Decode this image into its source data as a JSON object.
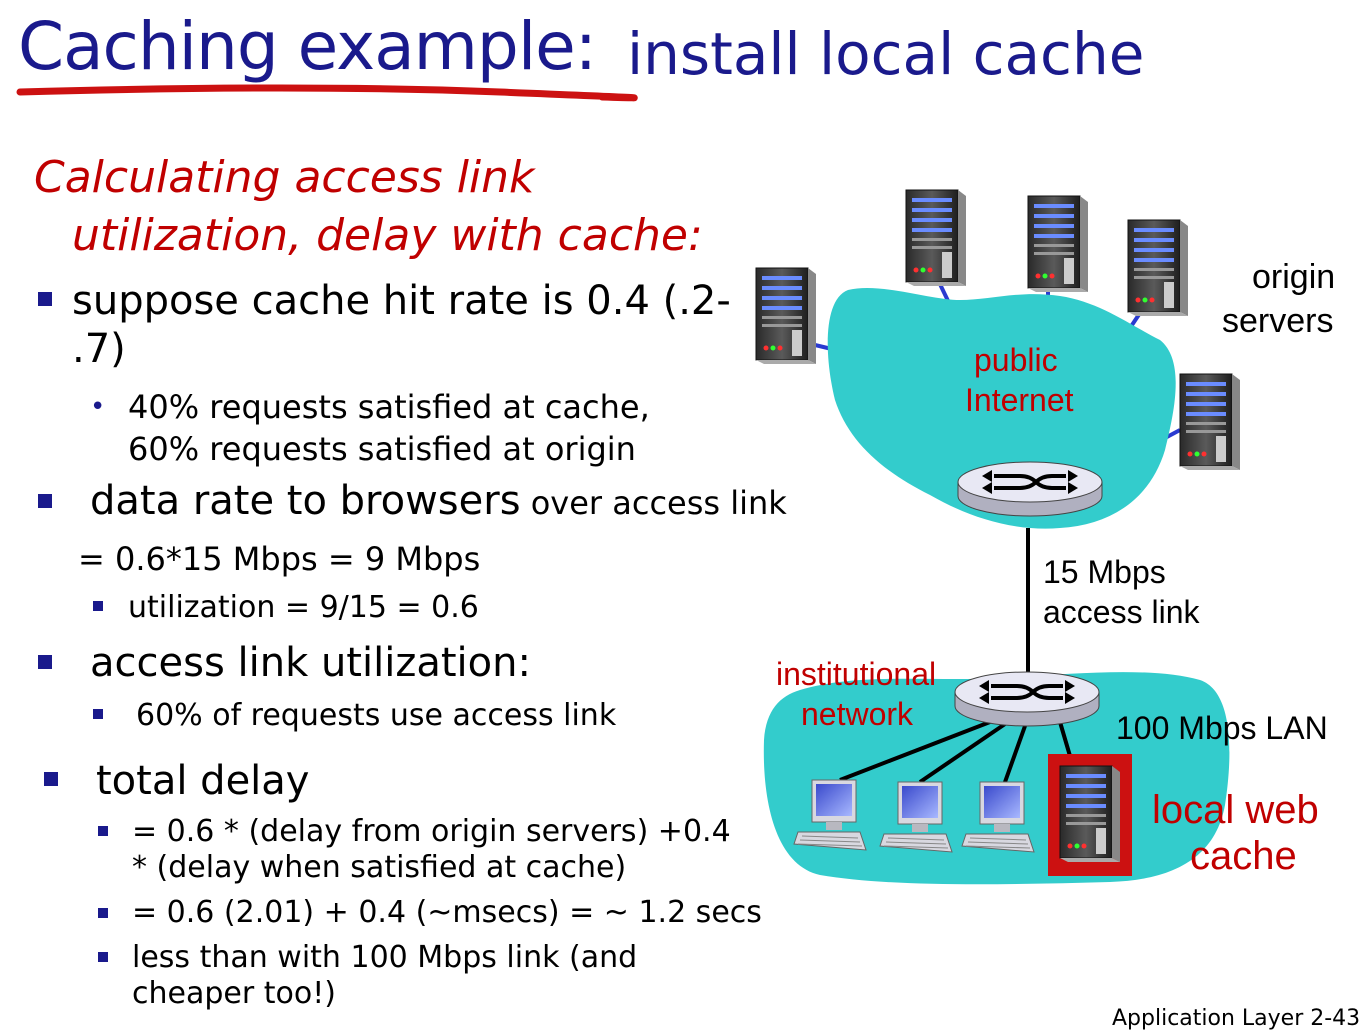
{
  "title": {
    "main": "Caching example:",
    "sub": "install local cache"
  },
  "left": {
    "heading_line1": "Calculating access link",
    "heading_line2": "utilization, delay with cache:",
    "b1_line1": "suppose cache hit rate is 0.4 (.2-",
    "b1_line2": ".7)",
    "b1_sub_line1": "40% requests satisfied at cache,",
    "b1_sub_line2": "60% requests satisfied at origin",
    "b2_big": "data rate to browsers",
    "b2_small": " over access link",
    "b2_eq": "= 0.6*15 Mbps = 9 Mbps",
    "b2_sub": "utilization = 9/15 = 0.6",
    "b3": "access link utilization:",
    "b3_sub": "60% of requests use access link",
    "b4": "total delay",
    "b4_s1_line1": "= 0.6 * (delay from origin servers) +0.4",
    "b4_s1_line2": "* (delay when satisfied at cache)",
    "b4_s2": "= 0.6 (2.01) + 0.4 (~msecs) = ~ 1.2 secs",
    "b4_s3_line1": "less than with 100 Mbps link (and",
    "b4_s3_line2": "cheaper too!)"
  },
  "diagram": {
    "origin_line1": "origin",
    "origin_line2": "servers",
    "public_line1": "public",
    "public_line2": "Internet",
    "link_line1": "15 Mbps",
    "link_line2": "access link",
    "inst_line1": "institutional",
    "inst_line2": "network",
    "lan": "100 Mbps LAN",
    "cache_line1": "local web",
    "cache_line2": "cache"
  },
  "footer": "Application Layer 2-43",
  "colors": {
    "title": "#1a1a8c",
    "accent_red": "#c00000",
    "cloud": "#33cccc",
    "underline": "#cc1111"
  }
}
